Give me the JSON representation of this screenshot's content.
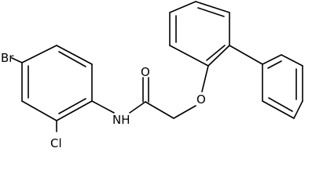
{
  "molecule": {
    "atoms": {
      "bromine": "Br",
      "chlorine": "Cl",
      "nitrogen_hydrogen": "NH",
      "carbonyl_oxygen": "O",
      "ether_oxygen": "O"
    },
    "colors": {
      "bond": "#000000",
      "label": "#000000",
      "background": "#ffffff"
    }
  }
}
